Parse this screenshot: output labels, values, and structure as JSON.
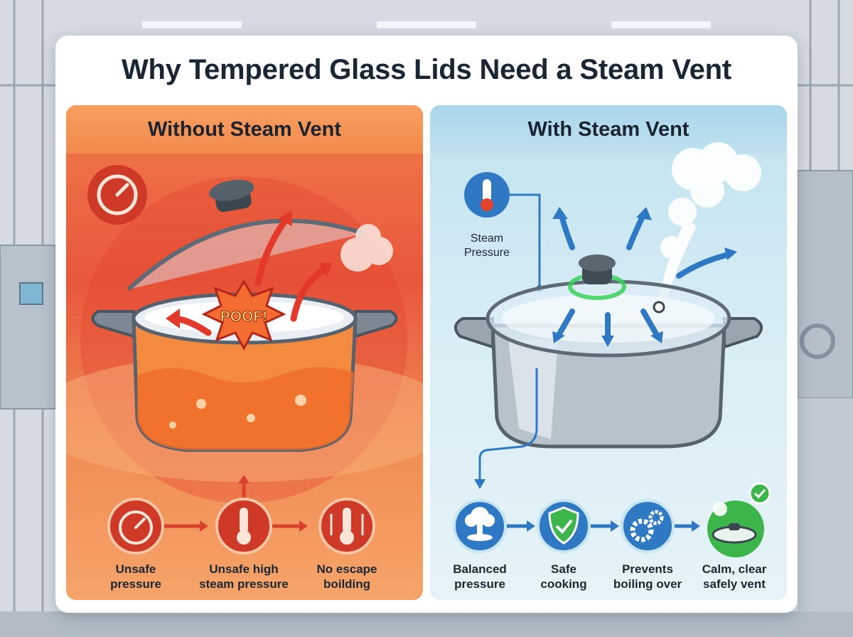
{
  "title": "Why Tempered Glass Lids Need a Steam Vent",
  "left_panel": {
    "heading": "Without Steam Vent",
    "burst_text": "POOF!",
    "icons": [
      "gauge-icon",
      "thermometer-icon"
    ],
    "steps": [
      {
        "line1": "Unsafe",
        "line2": "pressure",
        "icon": "gauge-icon"
      },
      {
        "line1": "Unsafe high",
        "line2": "steam pressure",
        "icon": "thermometer-icon"
      },
      {
        "line1": "No escape",
        "line2": "boilding",
        "icon": "thermometer-arrows-icon"
      }
    ]
  },
  "right_panel": {
    "heading": "With Steam Vent",
    "callout_line1": "Steam",
    "callout_line2": "Pressure",
    "icons": [
      "thermometer-icon",
      "steam-vent-icon"
    ],
    "steps": [
      {
        "line1": "Balanced",
        "line2": "pressure",
        "icon": "fountain-icon"
      },
      {
        "line1": "Safe",
        "line2": "cooking",
        "icon": "shield-check-icon"
      },
      {
        "line1": "Prevents",
        "line2": "boiling over",
        "icon": "gears-icon"
      },
      {
        "line1": "Calm, clear",
        "line2": "safely vent",
        "icon": "lid-check-icon"
      }
    ]
  },
  "colors": {
    "danger": "#e5432f",
    "safe_blue": "#2f79c4",
    "safe_green": "#33b24a",
    "title": "#1b2635"
  }
}
